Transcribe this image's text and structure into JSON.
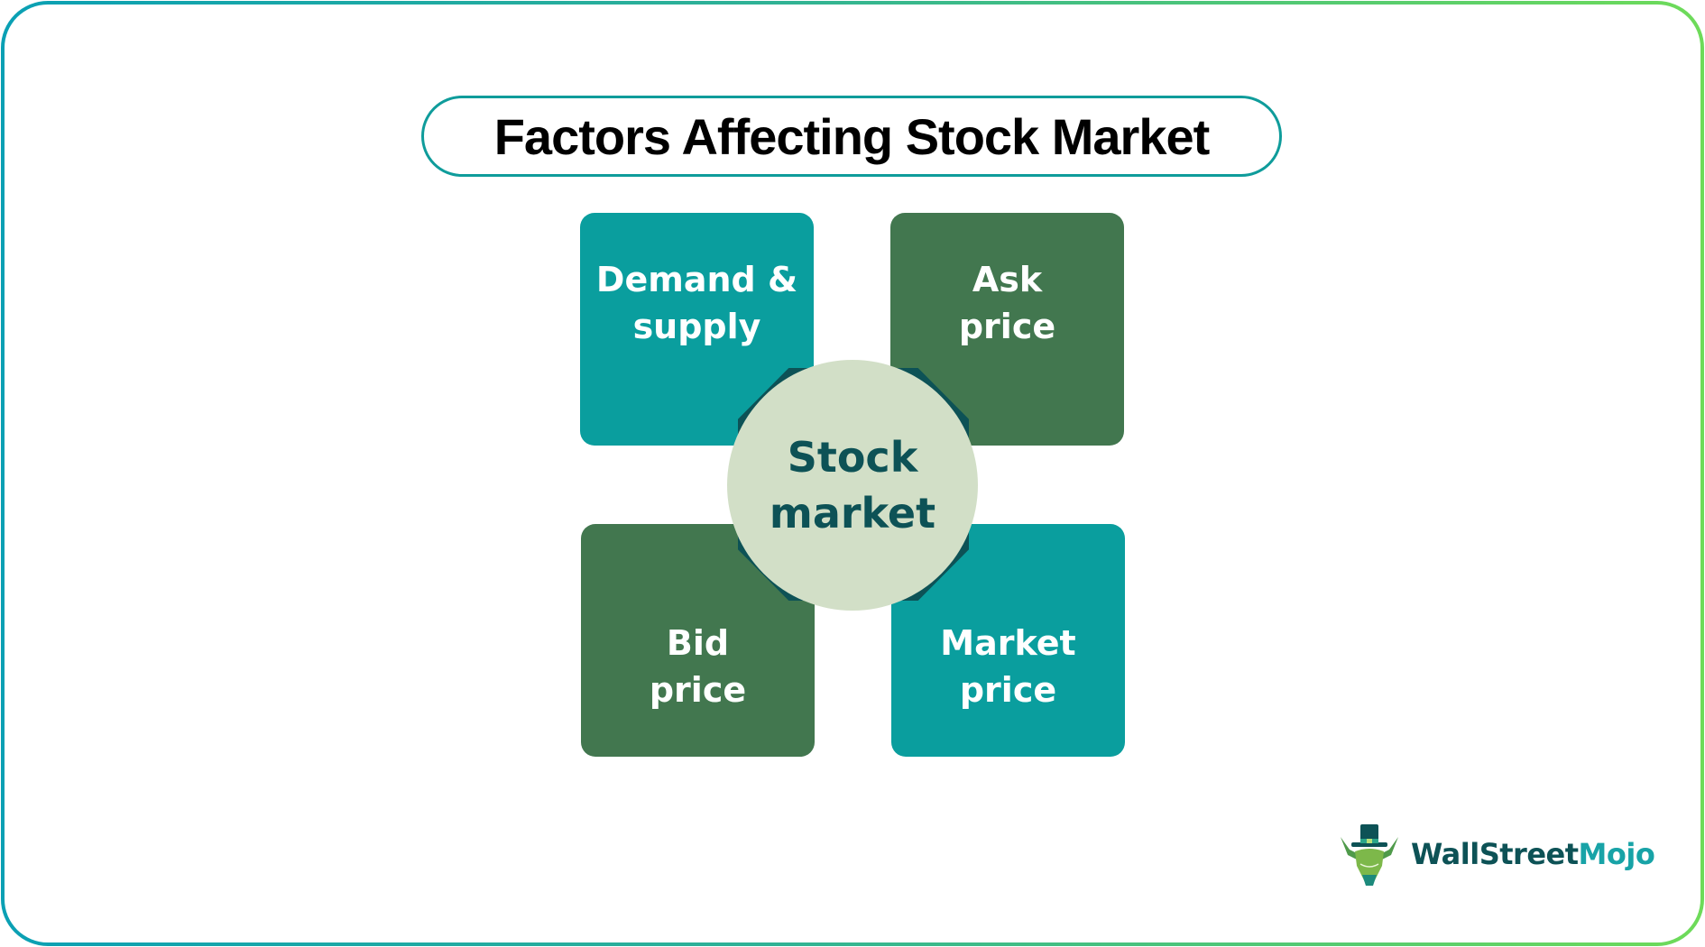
{
  "title": "Factors Affecting Stock Market",
  "center": {
    "line1": "Stock",
    "line2": "market"
  },
  "factors": [
    {
      "line1": "Demand &",
      "line2": "supply",
      "color": "#0a9e9e",
      "position": "top-left"
    },
    {
      "line1": "Ask",
      "line2": "price",
      "color": "#42774f",
      "position": "top-right"
    },
    {
      "line1": "Bid",
      "line2": "price",
      "color": "#42774f",
      "position": "bottom-left"
    },
    {
      "line1": "Market",
      "line2": "price",
      "color": "#0a9e9e",
      "position": "bottom-right"
    }
  ],
  "colors": {
    "teal": "#0a9e9e",
    "green": "#42774f",
    "hub_fill": "#d2dfc7",
    "hub_text": "#0d5256",
    "octagon": "#0d5256",
    "frame_gradient_start": "#0aa0b4",
    "frame_gradient_end": "#6edb59"
  },
  "logo": {
    "part1": "WallStreet",
    "part2": "Mojo",
    "icon": "bull-with-top-hat-icon"
  }
}
